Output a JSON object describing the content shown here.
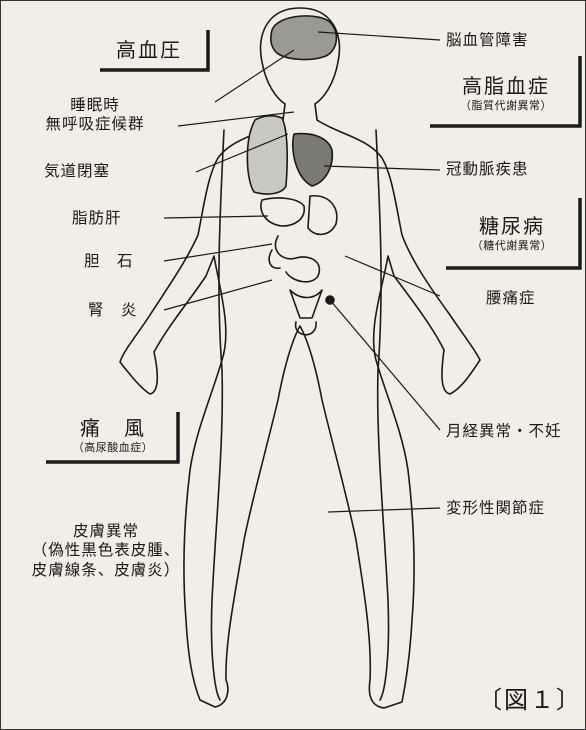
{
  "labels": {
    "hypertension": "高血圧",
    "sleep_apnea_line1": "睡眠時",
    "sleep_apnea_line2": "無呼吸症候群",
    "airway": "気道閉塞",
    "fatty_liver": "脂肪肝",
    "gallstone": "胆　石",
    "nephritis": "腎　炎",
    "cerebrovascular": "脳血管障害",
    "hyperlipidemia": "高脂血症",
    "hyperlipidemia_sub": "（脂質代謝異常）",
    "coronary": "冠動脈疾患",
    "diabetes": "糖尿病",
    "diabetes_sub": "（糖代謝異常）",
    "lumbago": "腰痛症",
    "gout": "痛　風",
    "gout_sub": "（高尿酸血症）",
    "menstrual": "月経異常・不妊",
    "arthrosis": "変形性関節症",
    "skin_line1": "皮膚異常",
    "skin_line2": "（偽性黒色表皮腫、",
    "skin_line3": "皮膚線条、皮膚炎）"
  },
  "caption": "〔図１〕",
  "colors": {
    "ink": "#1a1a1a",
    "paper": "#efeee9",
    "organ_fill": "#c9c9c4",
    "brain_fill": "#9a9a94",
    "heart_fill": "#7a7a75"
  }
}
